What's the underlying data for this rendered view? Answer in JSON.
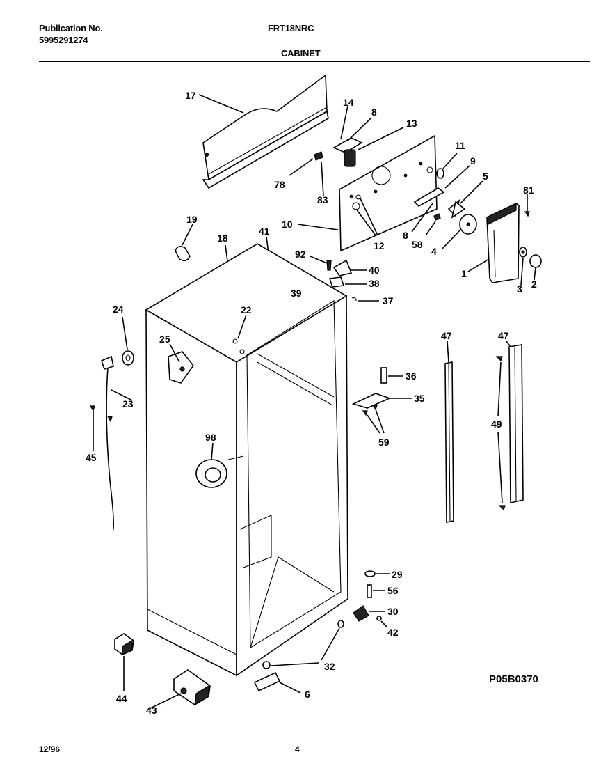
{
  "header": {
    "publication_label": "Publication No.",
    "publication_number": "5995291274",
    "model": "FRT18NRC",
    "section": "CABINET"
  },
  "footer": {
    "date": "12/96",
    "page_number": "4",
    "diagram_code": "P05B0370"
  },
  "callouts": [
    "17",
    "14",
    "8",
    "13",
    "11",
    "9",
    "5",
    "81",
    "78",
    "83",
    "10",
    "12",
    "8",
    "58",
    "4",
    "1",
    "3",
    "2",
    "19",
    "18",
    "41",
    "92",
    "40",
    "38",
    "39",
    "37",
    "22",
    "24",
    "25",
    "23",
    "45",
    "98",
    "47",
    "47",
    "36",
    "35",
    "59",
    "49",
    "29",
    "56",
    "30",
    "42",
    "32",
    "44",
    "43",
    "6"
  ]
}
